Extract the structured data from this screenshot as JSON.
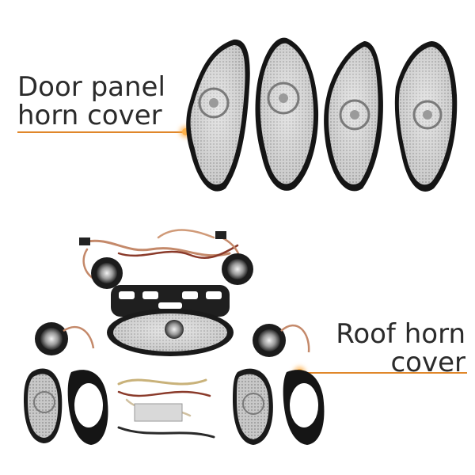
{
  "labels": {
    "door_panel_line1": "Door panel",
    "door_panel_line2": "horn cover",
    "roof_line1": "Roof horn",
    "roof_line2": "cover"
  },
  "colors": {
    "accent": "#e0872a",
    "glow": "#ffb24a",
    "text": "#2b2b2b",
    "mesh": "#b9b9b9",
    "frame": "#1a1a1a"
  }
}
